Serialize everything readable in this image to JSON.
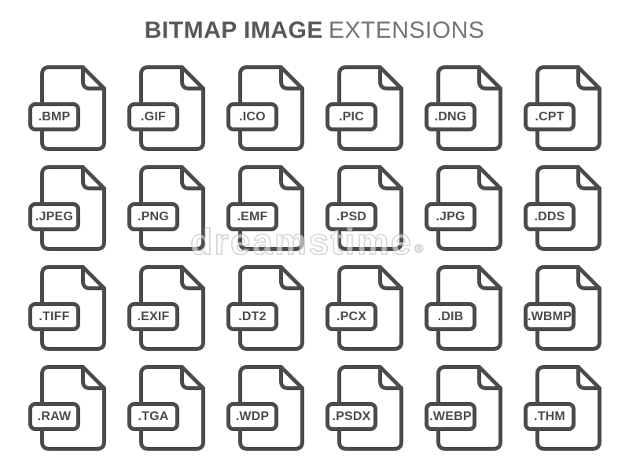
{
  "title": {
    "bold": "BITMAP IMAGE",
    "light": "EXTENSIONS"
  },
  "watermark": {
    "text": "dreamstime",
    "symbol": "®"
  },
  "colors": {
    "stroke": "#4a4b4d",
    "title_bold": "#57585a",
    "title_light": "#737476",
    "background": "#ffffff"
  },
  "grid": {
    "rows": 4,
    "cols": 6,
    "items": [
      {
        "label": ".BMP"
      },
      {
        "label": ".GIF"
      },
      {
        "label": ".ICO"
      },
      {
        "label": ".PIC"
      },
      {
        "label": ".DNG"
      },
      {
        "label": ".CPT"
      },
      {
        "label": ".JPEG"
      },
      {
        "label": ".PNG"
      },
      {
        "label": ".EMF"
      },
      {
        "label": ".PSD"
      },
      {
        "label": ".JPG"
      },
      {
        "label": ".DDS"
      },
      {
        "label": ".TIFF"
      },
      {
        "label": ".EXIF"
      },
      {
        "label": ".DT2"
      },
      {
        "label": ".PCX"
      },
      {
        "label": ".DIB"
      },
      {
        "label": ".WBMP"
      },
      {
        "label": ".RAW"
      },
      {
        "label": ".TGA"
      },
      {
        "label": ".WDP"
      },
      {
        "label": ".PSDX"
      },
      {
        "label": ".WEBP"
      },
      {
        "label": ".THM"
      }
    ]
  }
}
